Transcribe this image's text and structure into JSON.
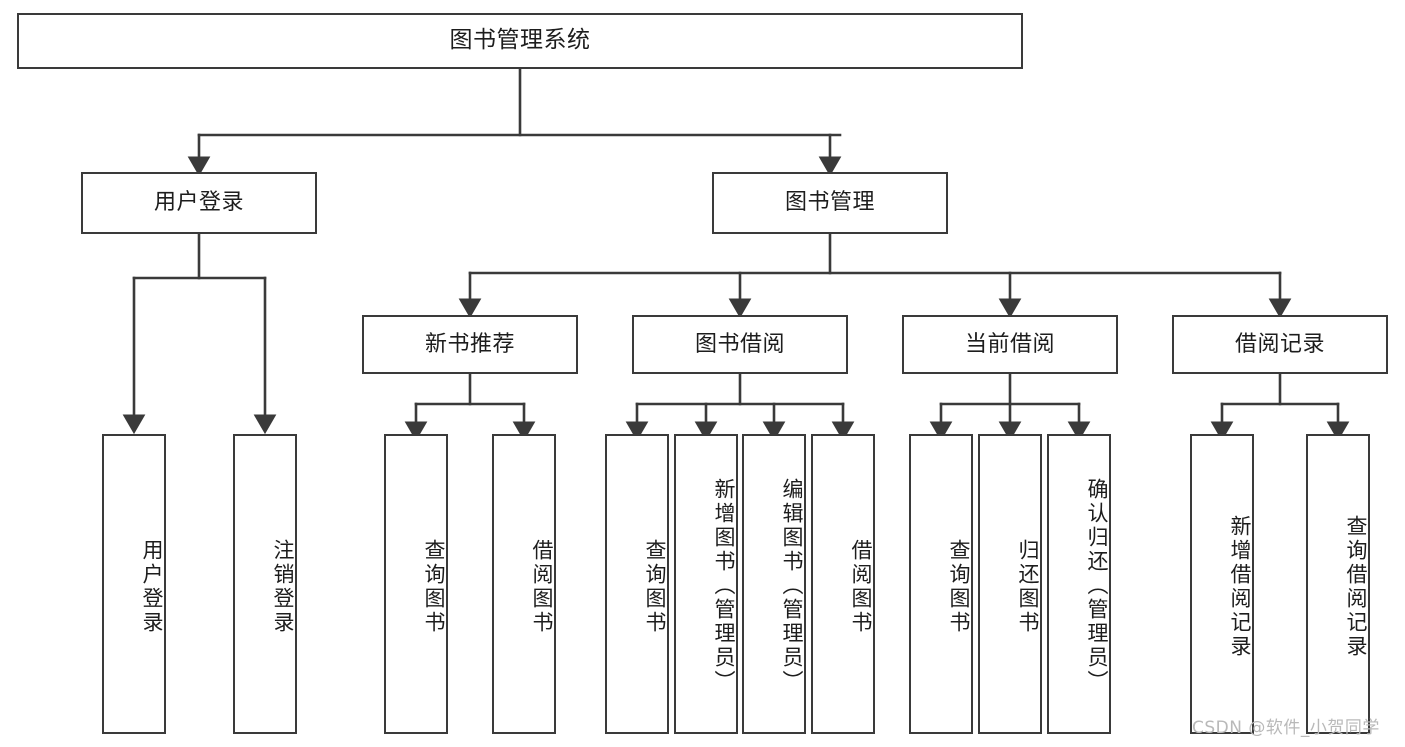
{
  "diagram": {
    "type": "tree-hierarchy",
    "title": "图书管理系统",
    "orientation": "top-down",
    "root": {
      "id": "root",
      "label": "图书管理系统"
    },
    "level2": [
      {
        "id": "user-login",
        "label": "用户登录"
      },
      {
        "id": "book-manage",
        "label": "图书管理"
      }
    ],
    "level3": [
      {
        "id": "new-book-rec",
        "label": "新书推荐",
        "parent": "book-manage"
      },
      {
        "id": "book-borrow",
        "label": "图书借阅",
        "parent": "book-manage"
      },
      {
        "id": "current-borrow",
        "label": "当前借阅",
        "parent": "book-manage"
      },
      {
        "id": "borrow-record",
        "label": "借阅记录",
        "parent": "book-manage"
      }
    ],
    "leaves": [
      {
        "id": "leaf-1",
        "label": "用户登录",
        "parent": "user-login"
      },
      {
        "id": "leaf-2",
        "label": "注销登录",
        "parent": "user-login"
      },
      {
        "id": "leaf-3",
        "label": "查询图书",
        "parent": "new-book-rec"
      },
      {
        "id": "leaf-4",
        "label": "借阅图书",
        "parent": "new-book-rec"
      },
      {
        "id": "leaf-5",
        "label": "查询图书",
        "parent": "book-borrow"
      },
      {
        "id": "leaf-6",
        "label": "新增图书（管理员）",
        "parent": "book-borrow"
      },
      {
        "id": "leaf-7",
        "label": "编辑图书（管理员）",
        "parent": "book-borrow"
      },
      {
        "id": "leaf-8",
        "label": "借阅图书",
        "parent": "book-borrow"
      },
      {
        "id": "leaf-9",
        "label": "查询图书",
        "parent": "current-borrow"
      },
      {
        "id": "leaf-10",
        "label": "归还图书",
        "parent": "current-borrow"
      },
      {
        "id": "leaf-11",
        "label": "确认归还（管理员）",
        "parent": "current-borrow"
      },
      {
        "id": "leaf-12",
        "label": "新增借阅记录",
        "parent": "borrow-record"
      },
      {
        "id": "leaf-13",
        "label": "查询借阅记录",
        "parent": "borrow-record"
      }
    ],
    "colors": {
      "box_border": "#3a3a3a",
      "box_fill": "#ffffff",
      "connector": "#3a3a3a",
      "text": "#1d1d1d",
      "watermark": "#b9b9b9"
    }
  },
  "watermark": {
    "text": "CSDN @软件_小贺同学"
  }
}
